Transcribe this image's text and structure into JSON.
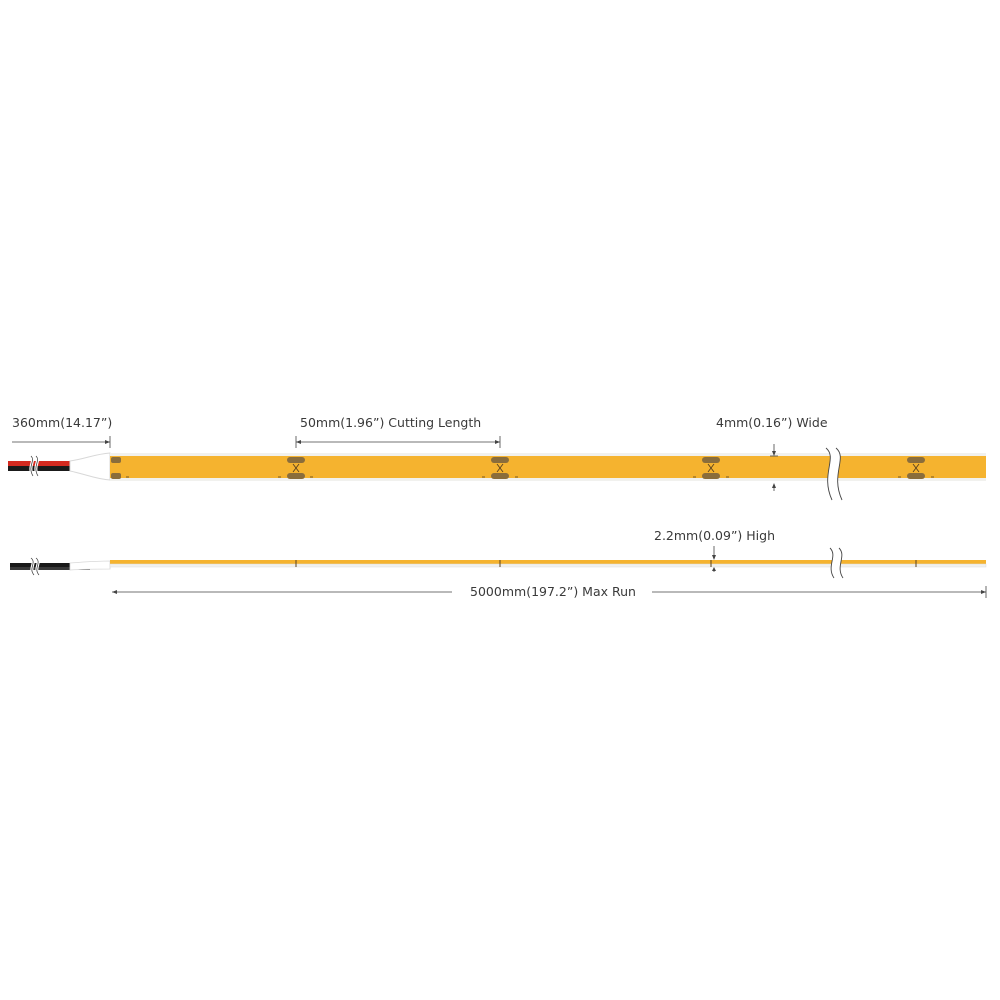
{
  "labels": {
    "lead_length": "360mm(14.17”)",
    "cutting_length": "50mm(1.96”) Cutting Length",
    "width": "4mm(0.16”) Wide",
    "height": "2.2mm(0.09”) High",
    "max_run": "5000mm(197.2”) Max Run"
  },
  "colors": {
    "strip": "#f5b32f",
    "strip_edge": "#f1f1ee",
    "pad": "#8a6d3b",
    "wire_red": "#d42a20",
    "wire_black": "#1a1a1a",
    "dimension_line": "#444444",
    "text": "#3a3a3a"
  }
}
